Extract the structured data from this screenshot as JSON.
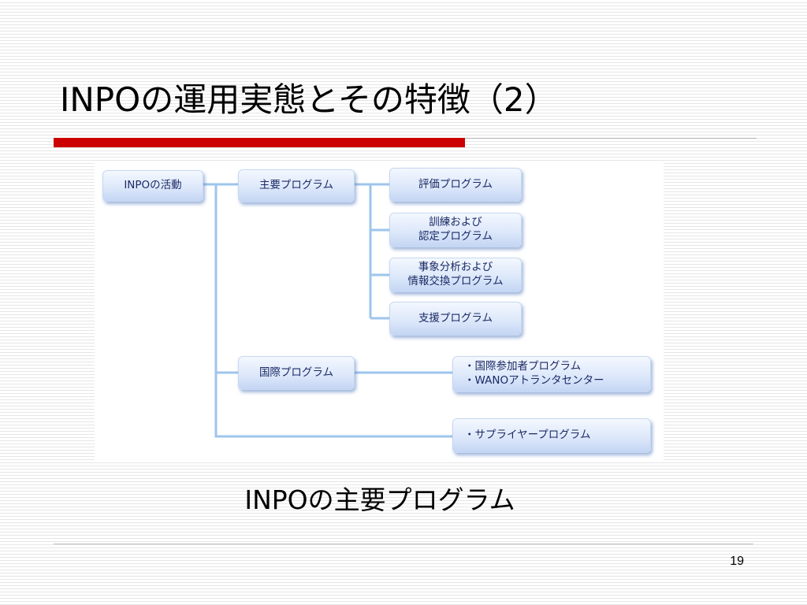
{
  "slide": {
    "title": "INPOの運用実態とその特徴（2）",
    "caption": "INPOの主要プログラム",
    "page_number": "19"
  },
  "diagram": {
    "root": "INPOの活動",
    "main_program": {
      "label": "主要プログラム",
      "children": [
        {
          "lines": [
            "評価プログラム"
          ]
        },
        {
          "lines": [
            "訓練および",
            "認定プログラム"
          ]
        },
        {
          "lines": [
            "事象分析および",
            "情報交換プログラム"
          ]
        },
        {
          "lines": [
            "支援プログラム"
          ]
        }
      ]
    },
    "international_program": {
      "label": "国際プログラム",
      "details": [
        "・国際参加者プログラム",
        "・WANOアトランタセンター"
      ]
    },
    "supplier_program": {
      "label": "・サプライヤープログラム"
    },
    "colors": {
      "connector": "#9ec5ec",
      "box_text": "#1a2a66",
      "title_bar": "#cc0000"
    }
  }
}
